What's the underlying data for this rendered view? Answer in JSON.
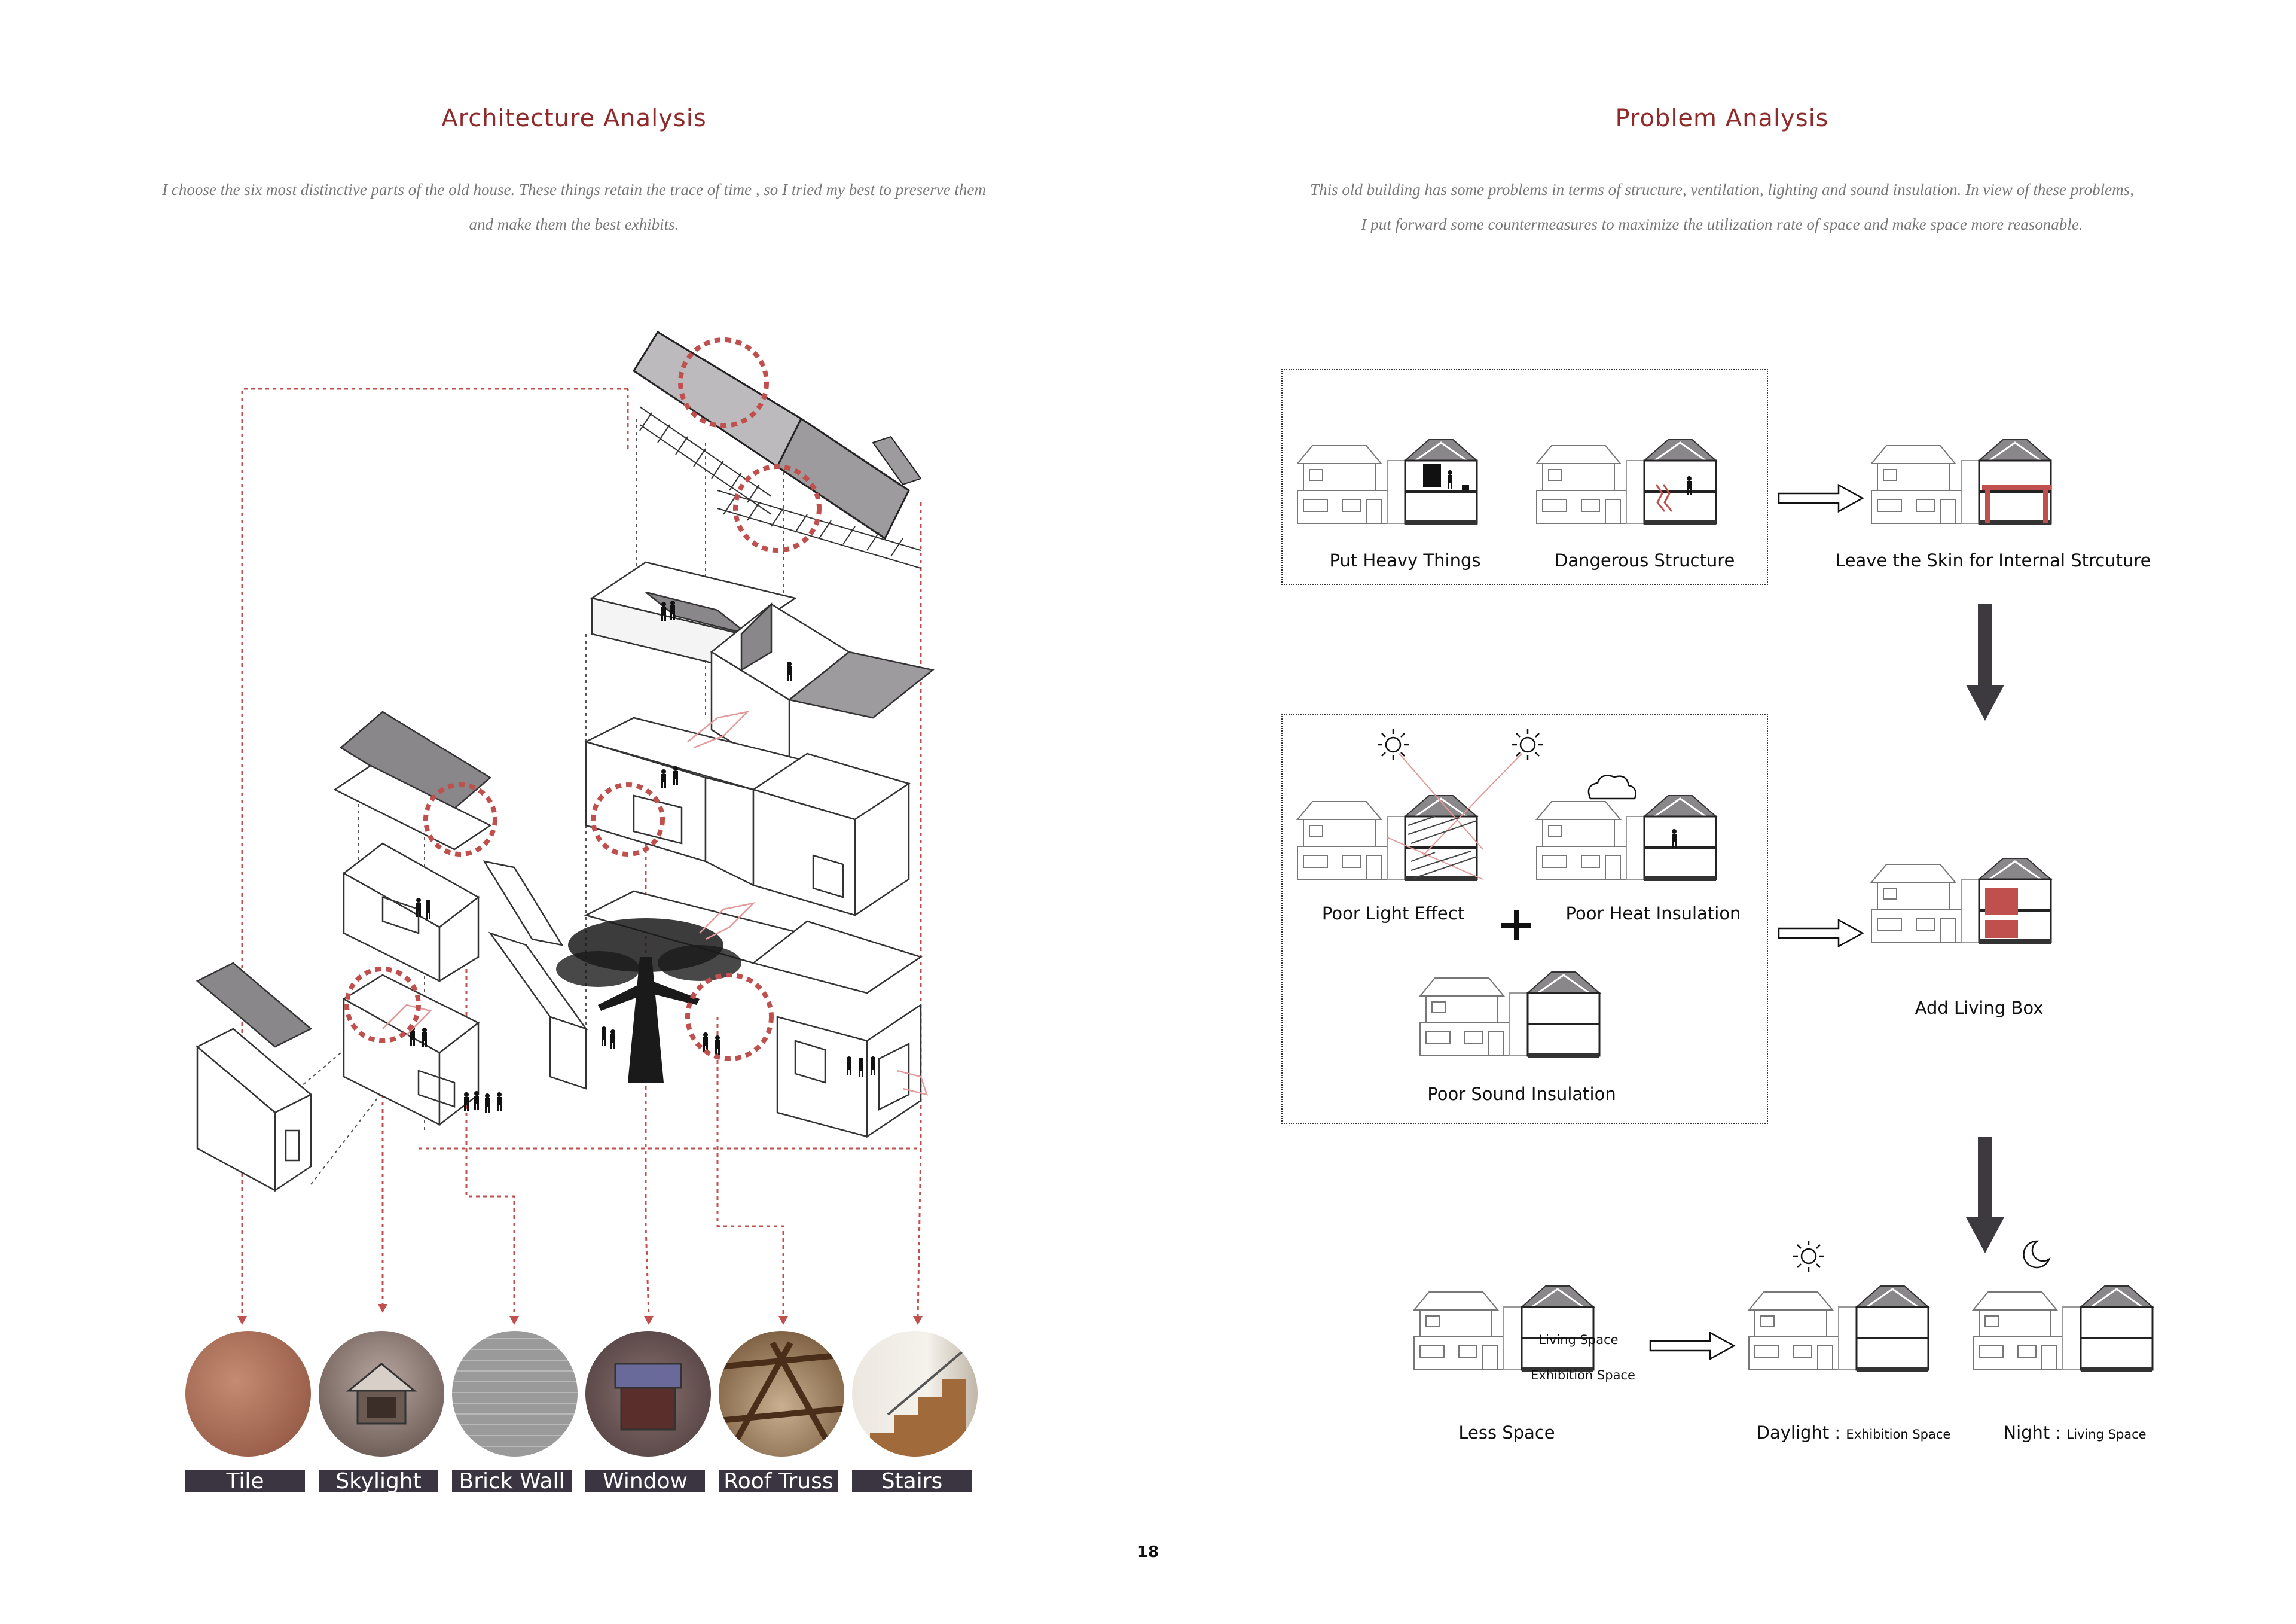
{
  "left": {
    "title": "Architecture Analysis",
    "intro_line1": "I choose the six most distinctive parts of the old house. These things retain the trace of time , so I tried my best to preserve them",
    "intro_line2": "and make them the best exhibits.",
    "exhibits": [
      {
        "label": "Tile"
      },
      {
        "label": "Skylight"
      },
      {
        "label": "Brick Wall"
      },
      {
        "label": "Window"
      },
      {
        "label": "Roof  Truss"
      },
      {
        "label": "Stairs"
      }
    ]
  },
  "right": {
    "title": "Problem Analysis",
    "intro_line1": "This old building has some problems in terms of structure, ventilation, lighting and sound insulation. In view of these problems,",
    "intro_line2": "I put forward some countermeasures to maximize the utilization rate of space and make space more reasonable.",
    "row1": {
      "problem_a": "Put Heavy Things",
      "problem_b": "Dangerous Structure",
      "solution": "Leave the Skin for Internal Strcuture"
    },
    "row2": {
      "problem_a": "Poor Light Effect",
      "problem_b": "Poor Heat Insulation",
      "problem_c": "Poor Sound Insulation",
      "solution": "Add Living Box"
    },
    "row3": {
      "less_space": "Less Space",
      "inner_living": "Living Space",
      "inner_exhibition": "Exhibition Space",
      "daylight_prefix": "Daylight :",
      "daylight_suffix": "Exhibition Space",
      "night_prefix": "Night :",
      "night_suffix": "Living Space"
    }
  },
  "page_number": "18",
  "colors": {
    "accent": "#8e2a2a",
    "red_fill": "#c0504d",
    "dark_bar": "#3b3541",
    "arrow": "#3c3a3f"
  }
}
